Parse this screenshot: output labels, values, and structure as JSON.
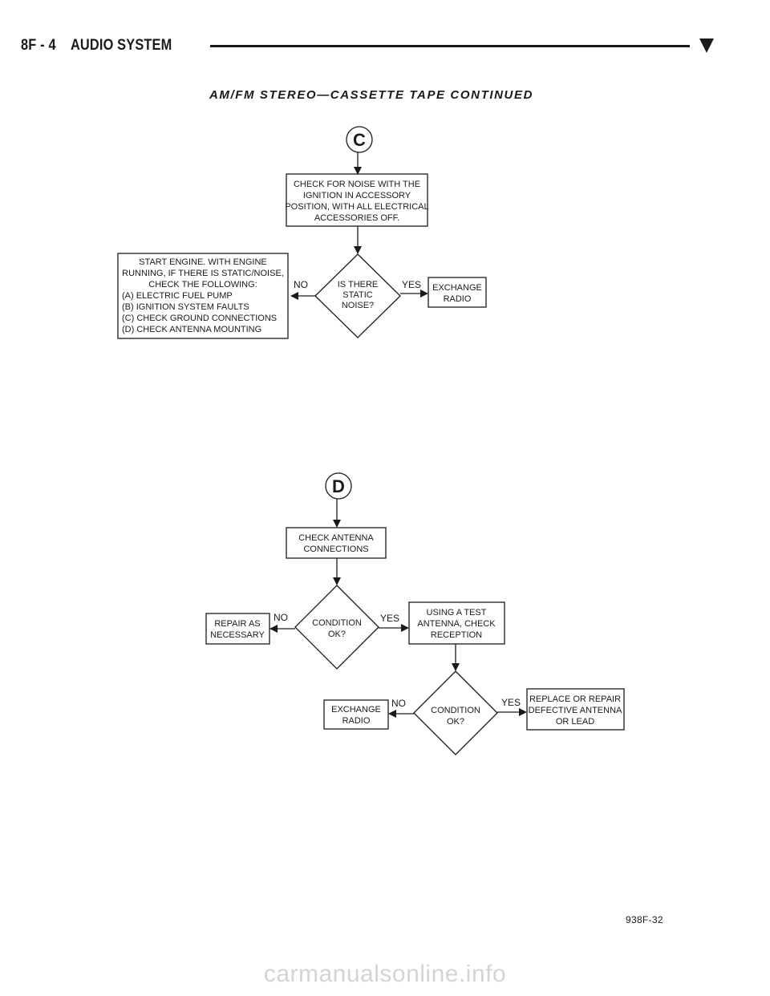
{
  "header": {
    "section": "8F - 4",
    "title": "AUDIO SYSTEM"
  },
  "page_title": "AM/FM STEREO—CASSETTE TAPE CONTINUED",
  "flowchart_c": {
    "connector": "C",
    "check_noise": [
      "CHECK FOR NOISE WITH THE",
      "IGNITION IN ACCESSORY",
      "POSITION, WITH ALL ELECTRICAL",
      "ACCESSORIES OFF."
    ],
    "decision": [
      "IS THERE",
      "STATIC",
      "NOISE?"
    ],
    "yes_label": "YES",
    "no_label": "NO",
    "yes_action": [
      "EXCHANGE",
      "RADIO"
    ],
    "no_action": [
      "START ENGINE. WITH ENGINE",
      "RUNNING, IF THERE IS STATIC/NOISE,",
      "CHECK THE FOLLOWING:",
      "(A) ELECTRIC FUEL PUMP",
      "(B) IGNITION SYSTEM FAULTS",
      "(C) CHECK GROUND CONNECTIONS",
      "(D) CHECK ANTENNA MOUNTING"
    ]
  },
  "flowchart_d": {
    "connector": "D",
    "check_antenna": [
      "CHECK ANTENNA",
      "CONNECTIONS"
    ],
    "decision1": [
      "CONDITION",
      "OK?"
    ],
    "no1_label": "NO",
    "yes1_label": "YES",
    "no1_action": [
      "REPAIR AS",
      "NECESSARY"
    ],
    "yes1_action": [
      "USING A TEST",
      "ANTENNA, CHECK",
      "RECEPTION"
    ],
    "decision2": [
      "CONDITION",
      "OK?"
    ],
    "no2_label": "NO",
    "yes2_label": "YES",
    "no2_action": [
      "EXCHANGE",
      "RADIO"
    ],
    "yes2_action": [
      "REPLACE OR REPAIR",
      "DEFECTIVE ANTENNA",
      "OR LEAD"
    ]
  },
  "figure_ref": "938F-32",
  "watermark": "carmanualsonline.info"
}
